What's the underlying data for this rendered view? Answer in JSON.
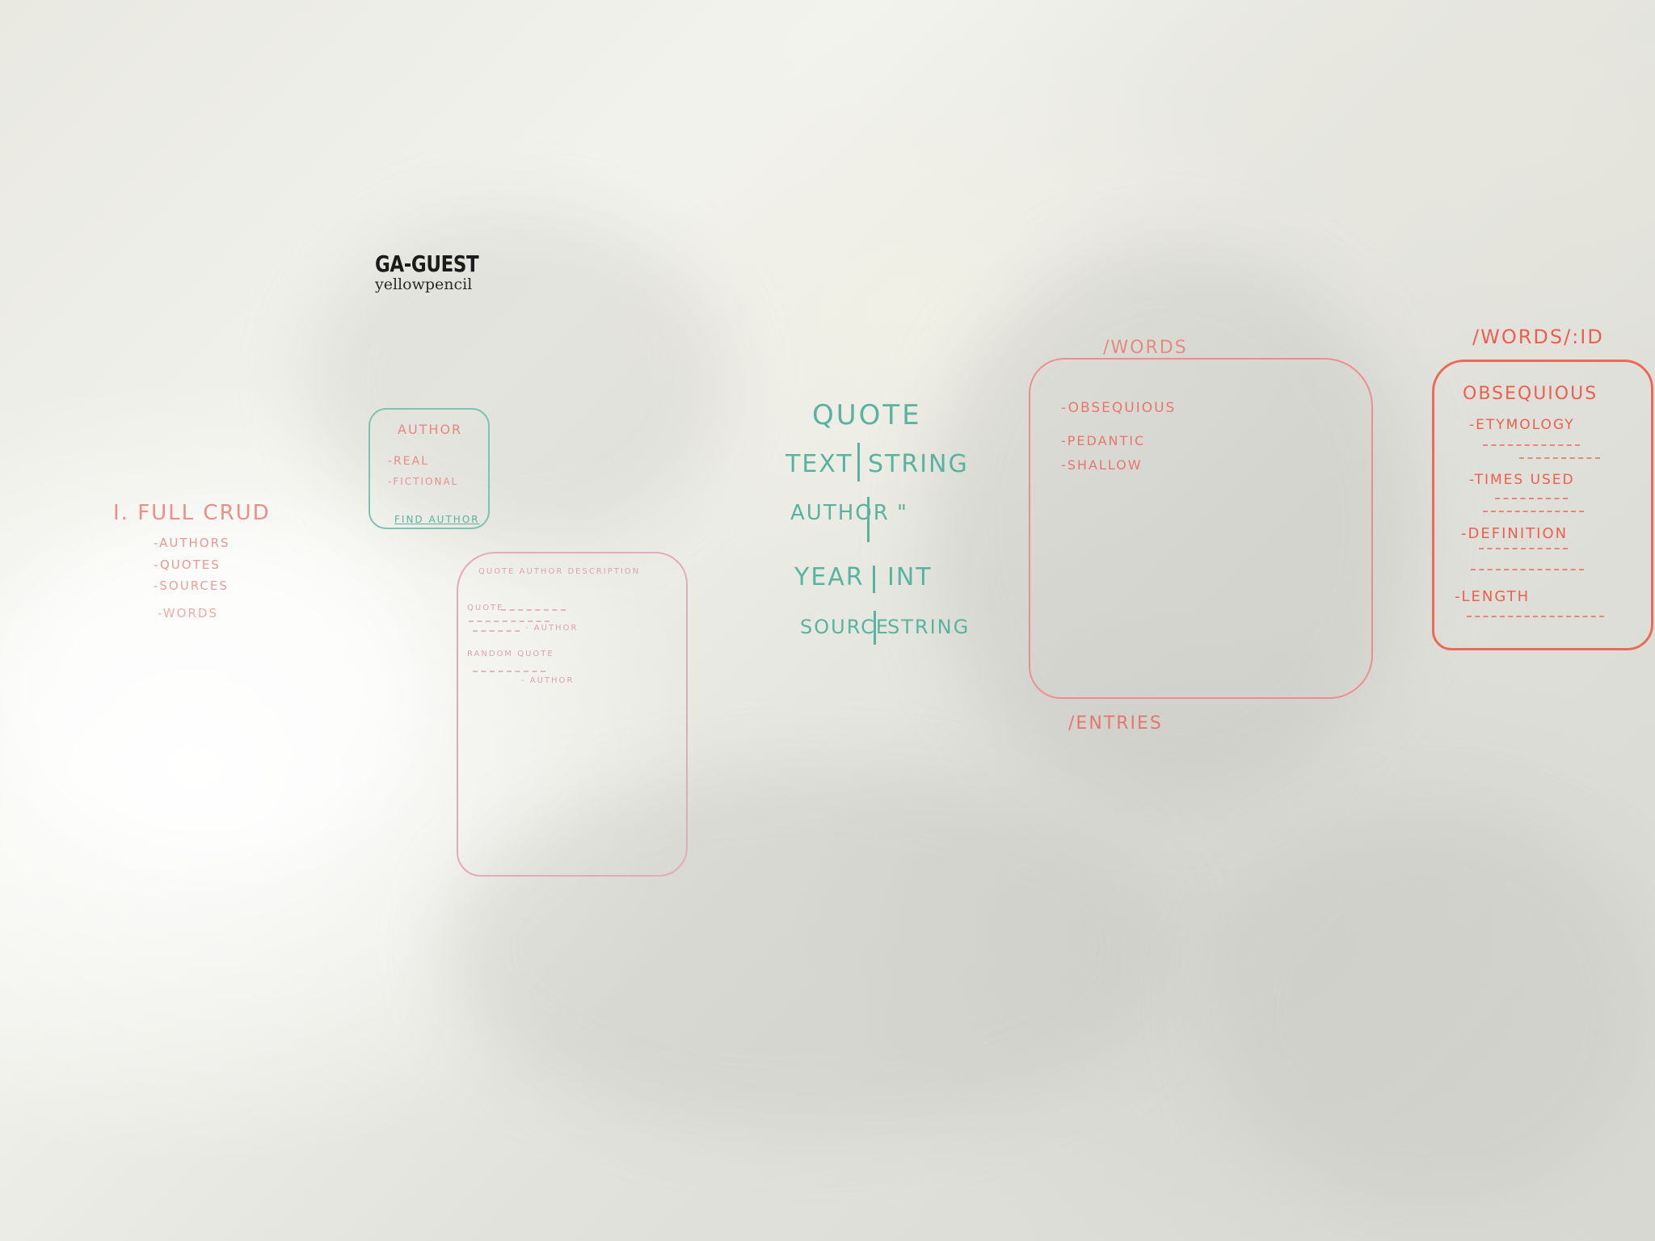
{
  "sticker": {
    "title": "GA-GUEST",
    "subtitle": "yellowpencil"
  },
  "left_notes": {
    "heading": "I. FULL CRUD",
    "items": [
      "-AUTHORS",
      "-QUOTES",
      "-SOURCES",
      "-WORDS"
    ]
  },
  "author_box": {
    "title": "AUTHOR",
    "items": [
      "-REAL",
      "-FICTIONAL"
    ],
    "footer": "FIND AUTHOR"
  },
  "quote_box": {
    "title": "QUOTE AUTHOR DESCRIPTION",
    "lines": [
      "QUOTE",
      "- AUTHOR",
      "RANDOM QUOTE",
      "- AUTHOR"
    ]
  },
  "quote_schema": {
    "title": "QUOTE",
    "rows": [
      {
        "field": "TEXT",
        "type": "STRING"
      },
      {
        "field": "AUTHOR",
        "type": "\""
      },
      {
        "field": "YEAR",
        "type": "INT"
      },
      {
        "field": "SOURCE",
        "type": "STRING"
      }
    ]
  },
  "words_box": {
    "route": "/WORDS",
    "items": [
      "-OBSEQUIOUS",
      "-PEDANTIC",
      "-SHALLOW"
    ],
    "footer_route": "/ENTRIES"
  },
  "word_detail": {
    "route": "/WORDS/:ID",
    "title": "OBSEQUIOUS",
    "fields": [
      "-ETYMOLOGY",
      "-TIMES USED",
      "-DEFINITION",
      "-LENGTH"
    ]
  },
  "colors": {
    "board": "#ecece6",
    "red_marker": "#e8766e",
    "pink_marker": "#d9a3b6",
    "teal_marker": "#5ab2a0",
    "orange_red_marker": "#ec5f4f"
  }
}
